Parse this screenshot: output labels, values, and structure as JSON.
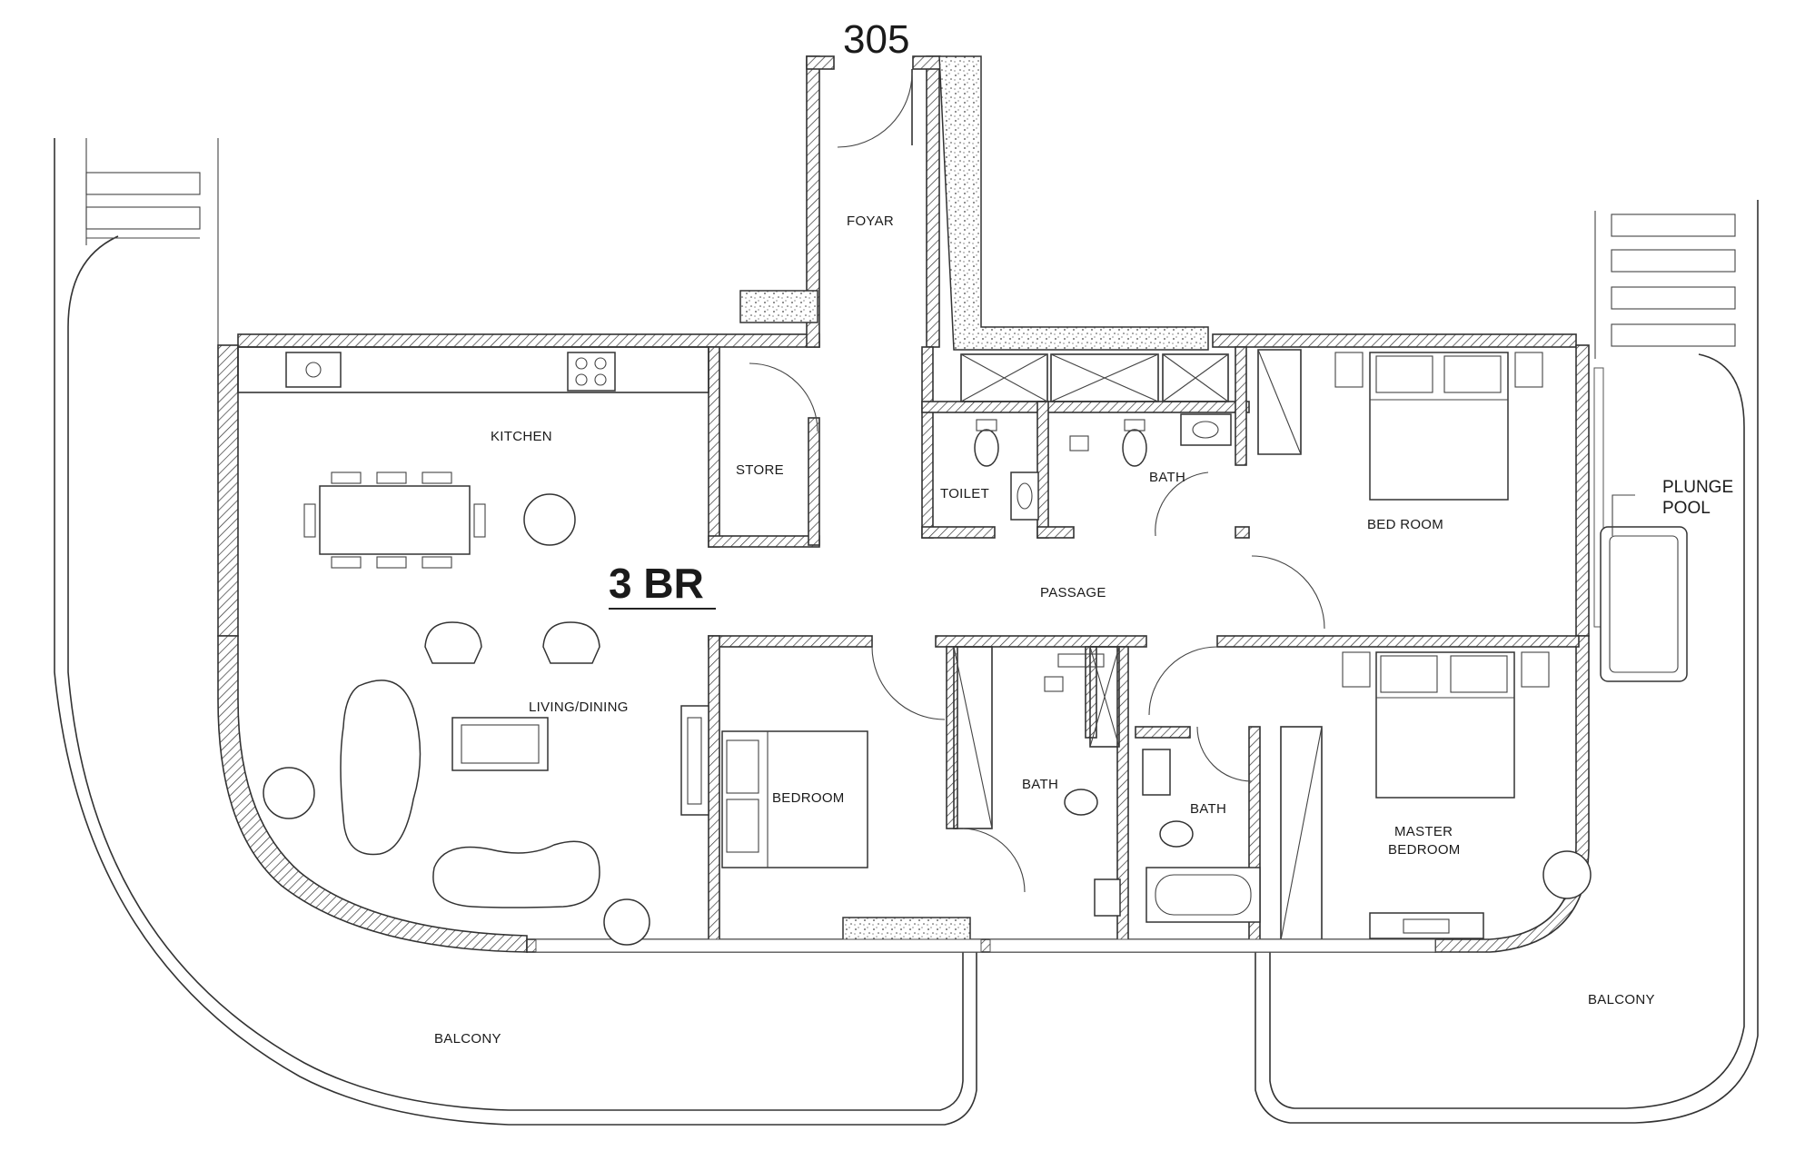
{
  "unit_number": "305",
  "plan_title": "3 BR",
  "rooms": {
    "foyar": "FOYAR",
    "kitchen": "KITCHEN",
    "store": "STORE",
    "toilet": "TOILET",
    "bath_top": "BATH",
    "bed_room": "BED ROOM",
    "plunge_pool_line1": "PLUNGE",
    "plunge_pool_line2": "POOL",
    "passage": "PASSAGE",
    "living_dining": "LIVING/DINING",
    "bedroom": "BEDROOM",
    "bath_middle": "BATH",
    "bath_right": "BATH",
    "master_bedroom_line1": "MASTER",
    "master_bedroom_line2": "BEDROOM",
    "balcony_left": "BALCONY",
    "balcony_right": "BALCONY"
  }
}
